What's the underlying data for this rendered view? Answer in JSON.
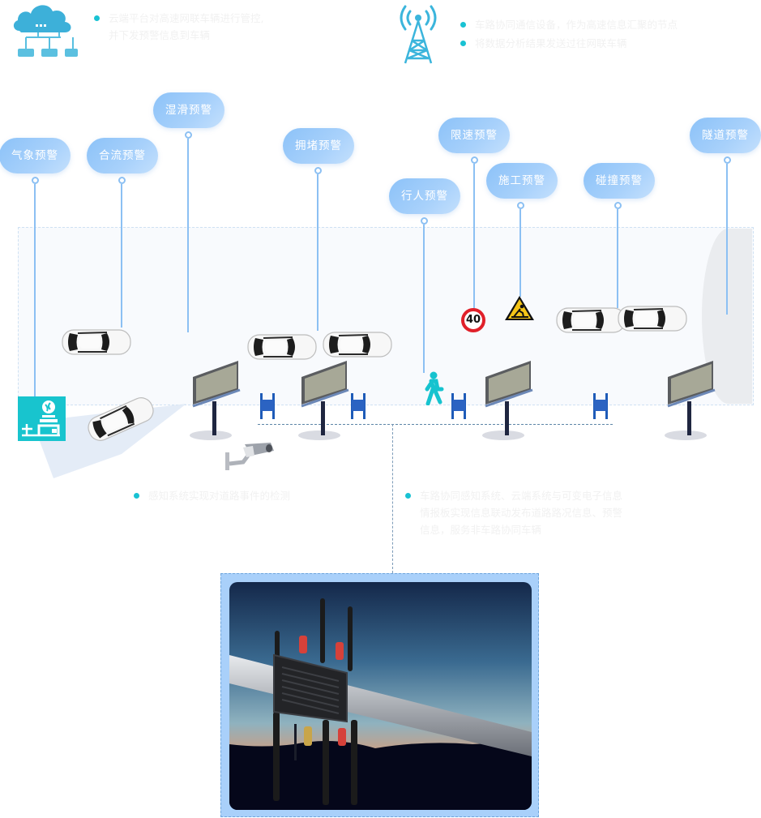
{
  "top_notes": {
    "cloud": {
      "icon": "cloud-network-icon",
      "lines": [
        "云端平台对高速网联车辆进行管控,",
        "并下发预警信息到车辆"
      ]
    },
    "tower": {
      "icon": "signal-tower-icon",
      "items": [
        "车路协同通信设备，作为高速信息汇聚的节点",
        "将数据分析结果发送过往网联车辆"
      ]
    }
  },
  "warnings": [
    {
      "id": "weather",
      "label": "气象预警"
    },
    {
      "id": "merge",
      "label": "合流预警"
    },
    {
      "id": "slippery",
      "label": "湿滑预警"
    },
    {
      "id": "congestion",
      "label": "拥堵预警"
    },
    {
      "id": "pedestrian",
      "label": "行人预警"
    },
    {
      "id": "speed-limit",
      "label": "限速预警"
    },
    {
      "id": "construction",
      "label": "施工预警"
    },
    {
      "id": "collision",
      "label": "碰撞预警"
    },
    {
      "id": "tunnel",
      "label": "隧道预警"
    }
  ],
  "road": {
    "speed_sign": "40",
    "icons": [
      "weather-station-icon",
      "pedestrian-icon",
      "construction-sign-icon",
      "camera-icon",
      "rsu-device-icon",
      "billboard-icon",
      "car-icon"
    ]
  },
  "bottom_notes": {
    "perception": [
      "感知系统实现对道路事件的检测"
    ],
    "linkage": [
      "车路协同感知系统、云端系统与可变电子信息",
      "情报板实现信息联动发布道路路况信息、预警",
      "信息，服务非车路协同车辆"
    ]
  },
  "colors": {
    "accent": "#19c2d3",
    "pill": "#8cc2f8",
    "pin": "#8cc0f3",
    "frame": "#a9d0fa"
  }
}
